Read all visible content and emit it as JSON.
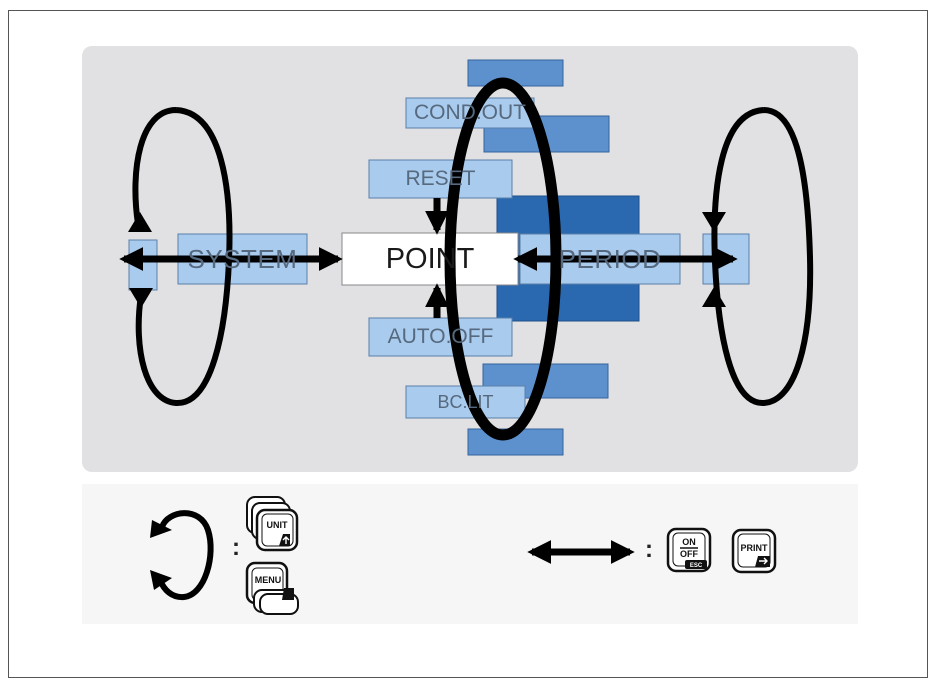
{
  "diagram": {
    "center_label": "POINT",
    "left_label": "SYSTEM",
    "right_label": "PERIOD",
    "menu_items": [
      "COND.OUT",
      "RESET",
      "AUTO.OFF",
      "BC.LIT"
    ]
  },
  "legend": {
    "rotate_colon": ":",
    "horizontal_colon": ":",
    "keys": {
      "unit": "UNIT",
      "menu": "MENU",
      "on": "ON",
      "off": "OFF",
      "esc": "ESC",
      "print": "PRINT"
    }
  },
  "colors": {
    "panel": "#e1e1e3",
    "light_box": "#a9cbee",
    "mid_box": "#5d91ce",
    "dark_box": "#2a68b0",
    "arrow": "#000000"
  }
}
